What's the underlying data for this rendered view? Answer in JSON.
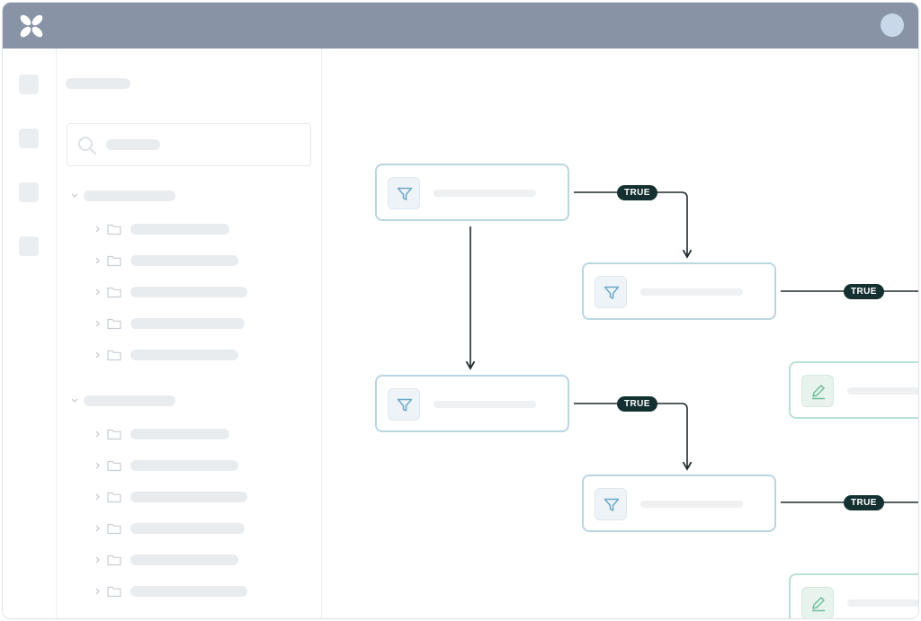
{
  "colors": {
    "topbar": "#8894a6",
    "avatar": "#c9d7ea",
    "edge": "#1e2a2d",
    "badge": "#143030",
    "condition_border": "#b9d6e3",
    "action_border": "#b9e2d3"
  },
  "topbar": {
    "logo_icon": "butterfly-logo-icon",
    "avatar_icon": "user-avatar"
  },
  "rail": {
    "items": [
      "nav-placeholder",
      "nav-placeholder",
      "nav-placeholder",
      "nav-placeholder"
    ]
  },
  "panel": {
    "search_icon": "search-icon",
    "groups": [
      {
        "folders": 5
      },
      {
        "folders": 6
      }
    ]
  },
  "flow": {
    "edge_label": "TRUE",
    "nodes": [
      {
        "kind": "condition",
        "icon": "filter-icon"
      },
      {
        "kind": "condition",
        "icon": "filter-icon"
      },
      {
        "kind": "condition",
        "icon": "filter-icon"
      },
      {
        "kind": "condition",
        "icon": "filter-icon"
      },
      {
        "kind": "action",
        "icon": "pencil-icon"
      },
      {
        "kind": "action",
        "icon": "pencil-icon"
      }
    ],
    "badges": [
      "TRUE",
      "TRUE",
      "TRUE",
      "TRUE"
    ]
  }
}
